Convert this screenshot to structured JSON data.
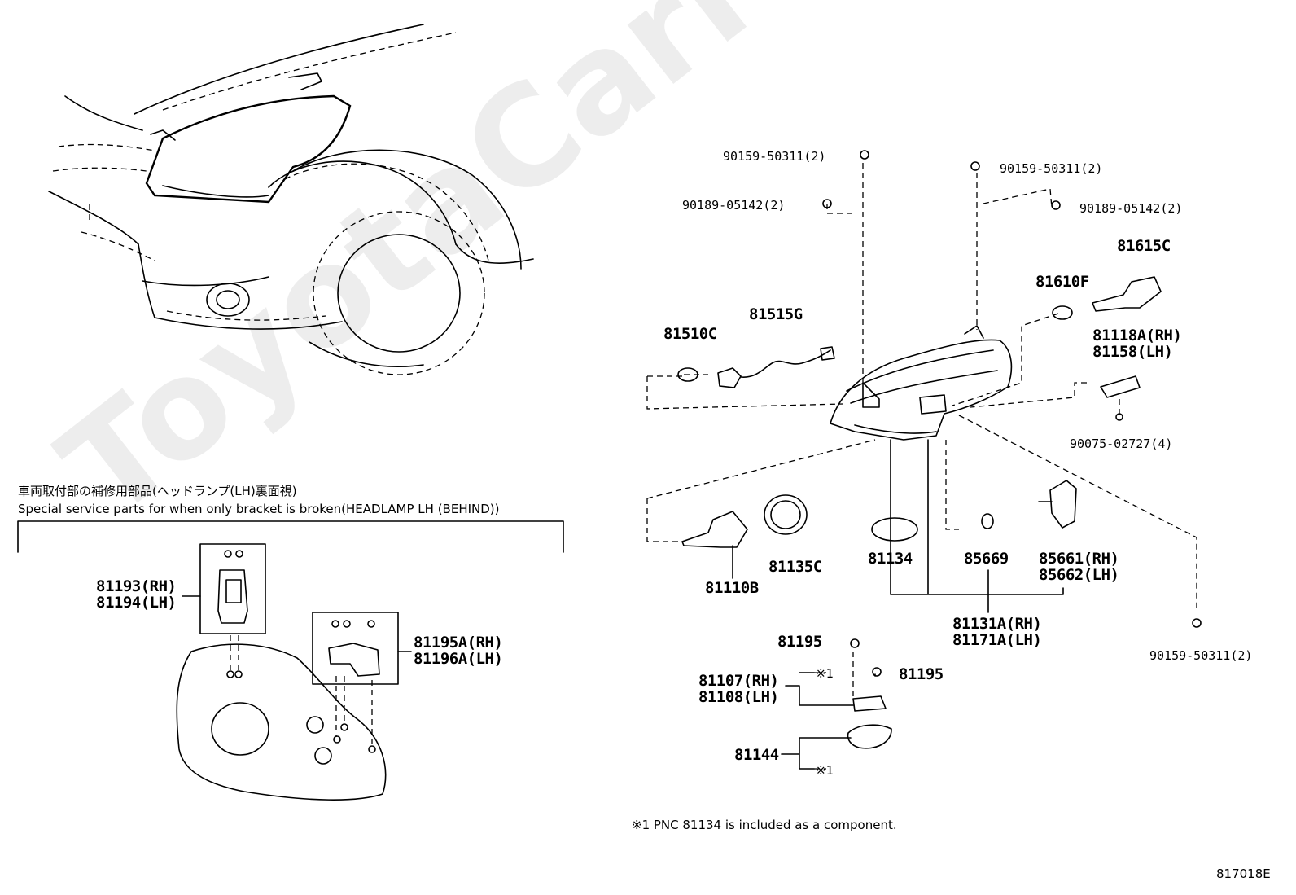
{
  "watermark": "ToyotaCarMine.ru",
  "diagram_code": "817018E",
  "footnote": "※1 PNC 81134 is included as a component.",
  "inset": {
    "title_jp": "車両取付部の補修用部品(ヘッドランプ(LH)裏面視)",
    "title_en": "Special service parts for when only bracket is broken(HEADLAMP LH (BEHIND))",
    "parts": {
      "p81193": "81193(RH)",
      "p81194": "81194(LH)",
      "p81195a": "81195A(RH)",
      "p81196a": "81196A(LH)"
    }
  },
  "parts": {
    "bolt_top_left": "90159-50311(2)",
    "nut_left": "90189-05142(2)",
    "bolt_top_right": "90159-50311(2)",
    "nut_right": "90189-05142(2)",
    "p81615c": "81615C",
    "p81610f": "81610F",
    "p81515g": "81515G",
    "p81510c": "81510C",
    "p81118a": "81118A(RH)",
    "p81158": "81158(LH)",
    "screw_right": "90075-02727(4)",
    "p81135c": "81135C",
    "p81110b": "81110B",
    "p81134": "81134",
    "p85669": "85669",
    "p85661": "85661(RH)",
    "p85662": "85662(LH)",
    "p81131a": "81131A(RH)",
    "p81171a": "81171A(LH)",
    "bolt_bottom_right": "90159-50311(2)",
    "p81195_a": "81195",
    "p81195_b": "81195",
    "p81107": "81107(RH)",
    "p81108": "81108(LH)",
    "p81144": "81144",
    "mark1_a": "※1",
    "mark1_b": "※1"
  }
}
